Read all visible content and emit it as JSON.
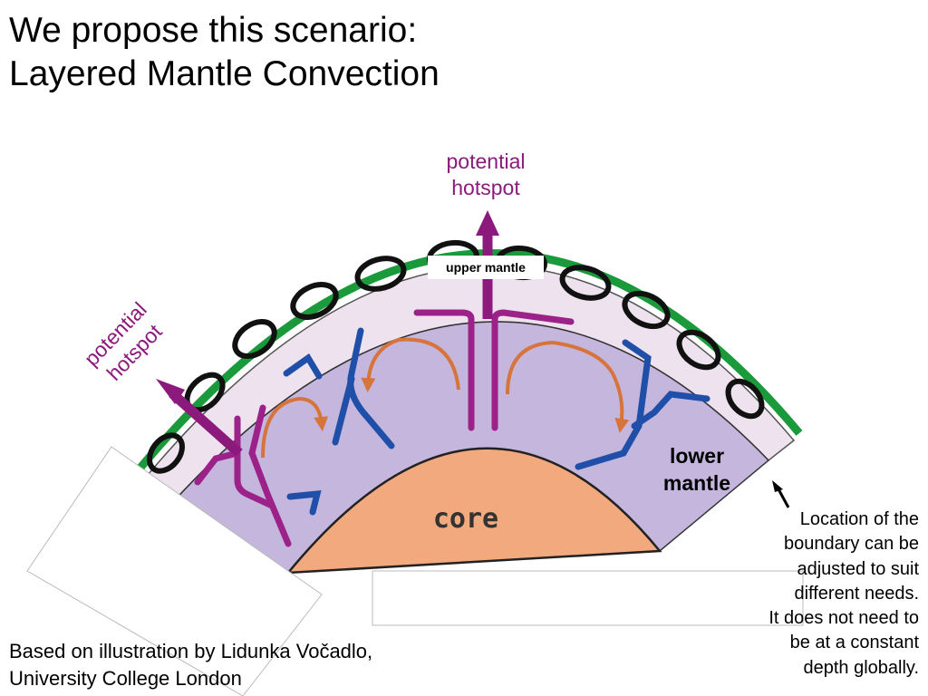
{
  "title": {
    "line1": "We propose this scenario:",
    "line2": "Layered Mantle Convection"
  },
  "diagram": {
    "hotspot_top": {
      "line1": "potential",
      "line2": "hotspot"
    },
    "hotspot_left": {
      "line1": "potential",
      "line2": "hotspot"
    },
    "upper_mantle_label": "upper mantle",
    "lower_mantle_label": {
      "line1": "lower",
      "line2": "mantle"
    },
    "core_label": "core"
  },
  "note": {
    "lines": [
      "Location of the",
      "boundary can be",
      "adjusted to suit",
      "different needs.",
      "It does not need to",
      "be at a constant",
      "depth globally."
    ]
  },
  "credit": {
    "line1": "Based on illustration by Lidunka Vočadlo,",
    "line2": "University College London"
  },
  "colors": {
    "crust": "#1a9a3a",
    "upper_mantle": "#ede2ee",
    "lower_mantle": "#c4b6dd",
    "core": "#f2a97e",
    "plume_purple": "#9c2289",
    "slab_blue": "#1f4fa8",
    "flow_orange": "#d7743c",
    "hotspot_arrow": "#8b1a7c"
  }
}
